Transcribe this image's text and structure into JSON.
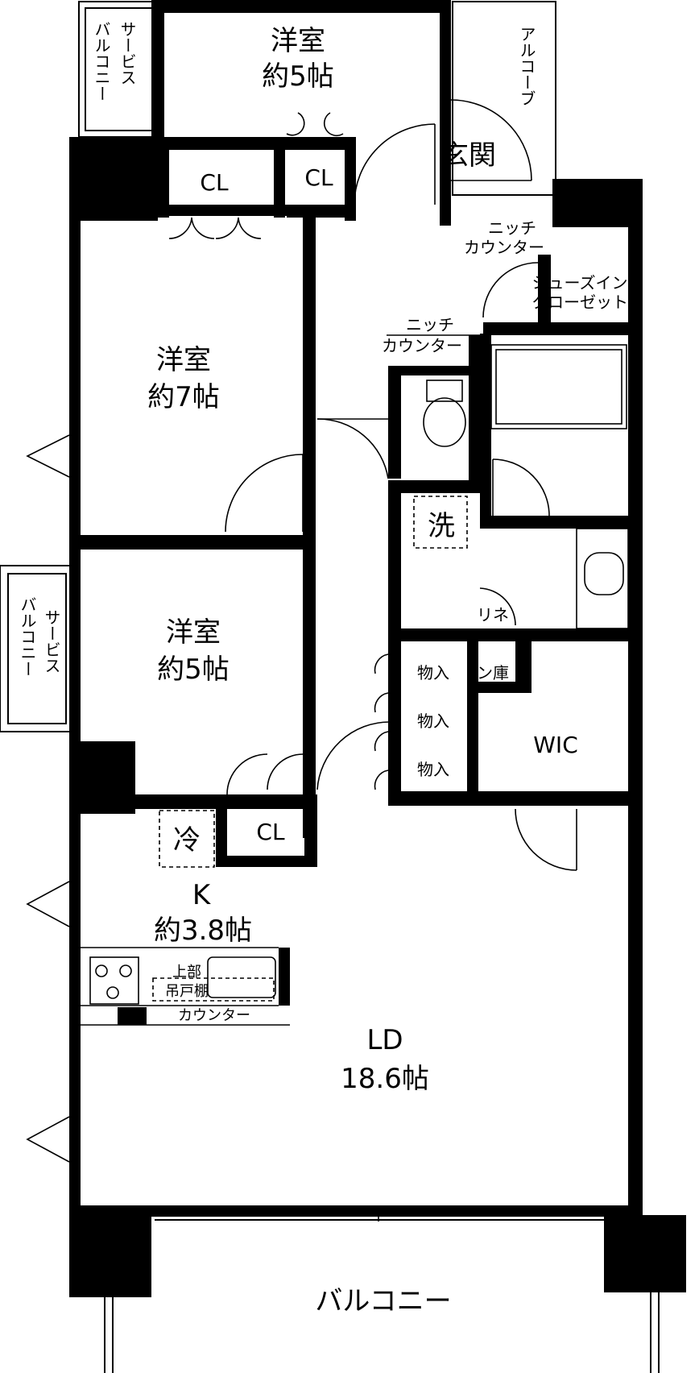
{
  "rooms": {
    "western_top": {
      "name": "洋室",
      "size": "約5帖"
    },
    "western_mid": {
      "name": "洋室",
      "size": "約7帖"
    },
    "western_low": {
      "name": "洋室",
      "size": "約5帖"
    },
    "kitchen": {
      "name": "K",
      "size": "約3.8帖"
    },
    "living": {
      "name": "LD",
      "size": "18.6帖"
    },
    "wic": "WIC"
  },
  "labels": {
    "closet": "CL",
    "entrance": "玄関",
    "alcove": "アルコーブ",
    "niche_counter_top_1": "ニッチ",
    "niche_counter_top_2": "カウンター",
    "niche_counter_mid_1": "ニッチ",
    "niche_counter_mid_2": "カウンター",
    "shoes_in_closet_1": "シューズイン",
    "shoes_in_closet_2": "クローゼット",
    "laundry": "洗",
    "fridge": "冷",
    "linen_1": "リネ",
    "linen_2": "ン庫",
    "storage": "物入",
    "upper_cabinet_1": "上部",
    "upper_cabinet_2": "吊戸棚",
    "counter": "カウンター",
    "service_balcony_1a": "サービス",
    "service_balcony_1b": "バルコニー",
    "balcony": "バルコニー"
  }
}
